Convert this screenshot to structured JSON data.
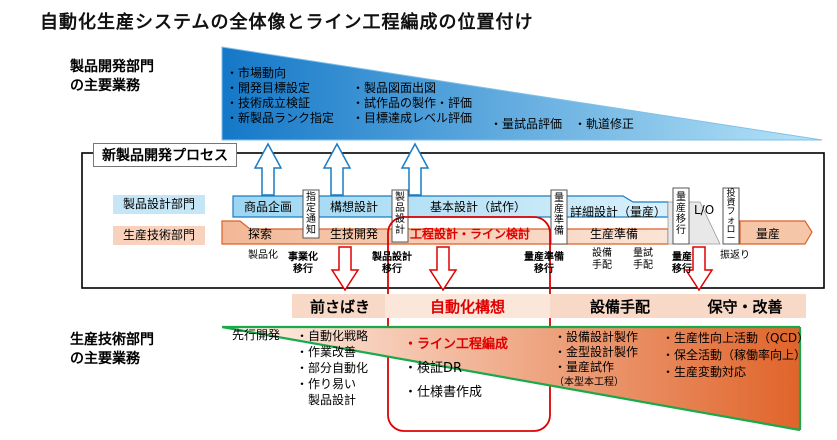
{
  "title": "自動化生産システムの全体像とライン工程編成の位置付け",
  "dev_dept": {
    "label_line1": "製品開発部門",
    "label_line2": "の主要業務",
    "col1": [
      "・市場動向",
      "・開発目標設定",
      "・技術成立検証",
      "・新製品ランク指定"
    ],
    "col2": [
      "・製品図面出図",
      "・試作品の製作・評価",
      "・目標達成レベル評価"
    ],
    "col3": "・量試品評価　・軌道修正"
  },
  "process_box": {
    "title": "新製品開発プロセス",
    "design_dept": "製品設計部門",
    "prod_tech_dept": "生産技術部門",
    "design_row": [
      "商品企画",
      "構想設計",
      "基本設計（試作）",
      "詳細設計（量産）"
    ],
    "prod_row": [
      "探索",
      "生技開発",
      "工程設計・ライン検討",
      "生産準備",
      "量産"
    ],
    "lo": "L/O",
    "vert": {
      "spec_notice": "指定通知",
      "design_exam": "製品設計",
      "mass_prep": "量産準備",
      "mass_move": "量産移行",
      "invest": "投資フォロー"
    },
    "milestones": [
      "製品化",
      "事業化\n移行",
      "製品設計\n移行",
      "量産準備\n移行",
      "設備\n手配",
      "量試\n手配",
      "量産\n移行",
      "振返り"
    ]
  },
  "phases": [
    "前さばき",
    "自動化構想",
    "設備手配",
    "保守・改善"
  ],
  "prod_tech": {
    "label_line1": "生産技術部門",
    "label_line2": "の主要業務",
    "advance": "先行開発",
    "col1": [
      "・自動化戦略",
      "・作業改善",
      "・部分自動化",
      "・作り易い",
      "　製品設計"
    ],
    "col2": [
      "・ライン工程編成",
      "・検証DR",
      "・仕様書作成"
    ],
    "col3": [
      "・設備設計製作",
      "・金型設計製作",
      "・量産試作",
      "（本型本工程）"
    ],
    "col4": [
      "・生産性向上活動（QCD）",
      "・保全活動（稼働率向上）",
      "・生産変動対応"
    ]
  },
  "colors": {
    "blue_light": "#8fd0f0",
    "blue_dark": "#1e88c8",
    "orange_light": "#f8d4bc",
    "orange_dark": "#d9622b",
    "green_line": "#19a84a",
    "red": "#e00000"
  }
}
